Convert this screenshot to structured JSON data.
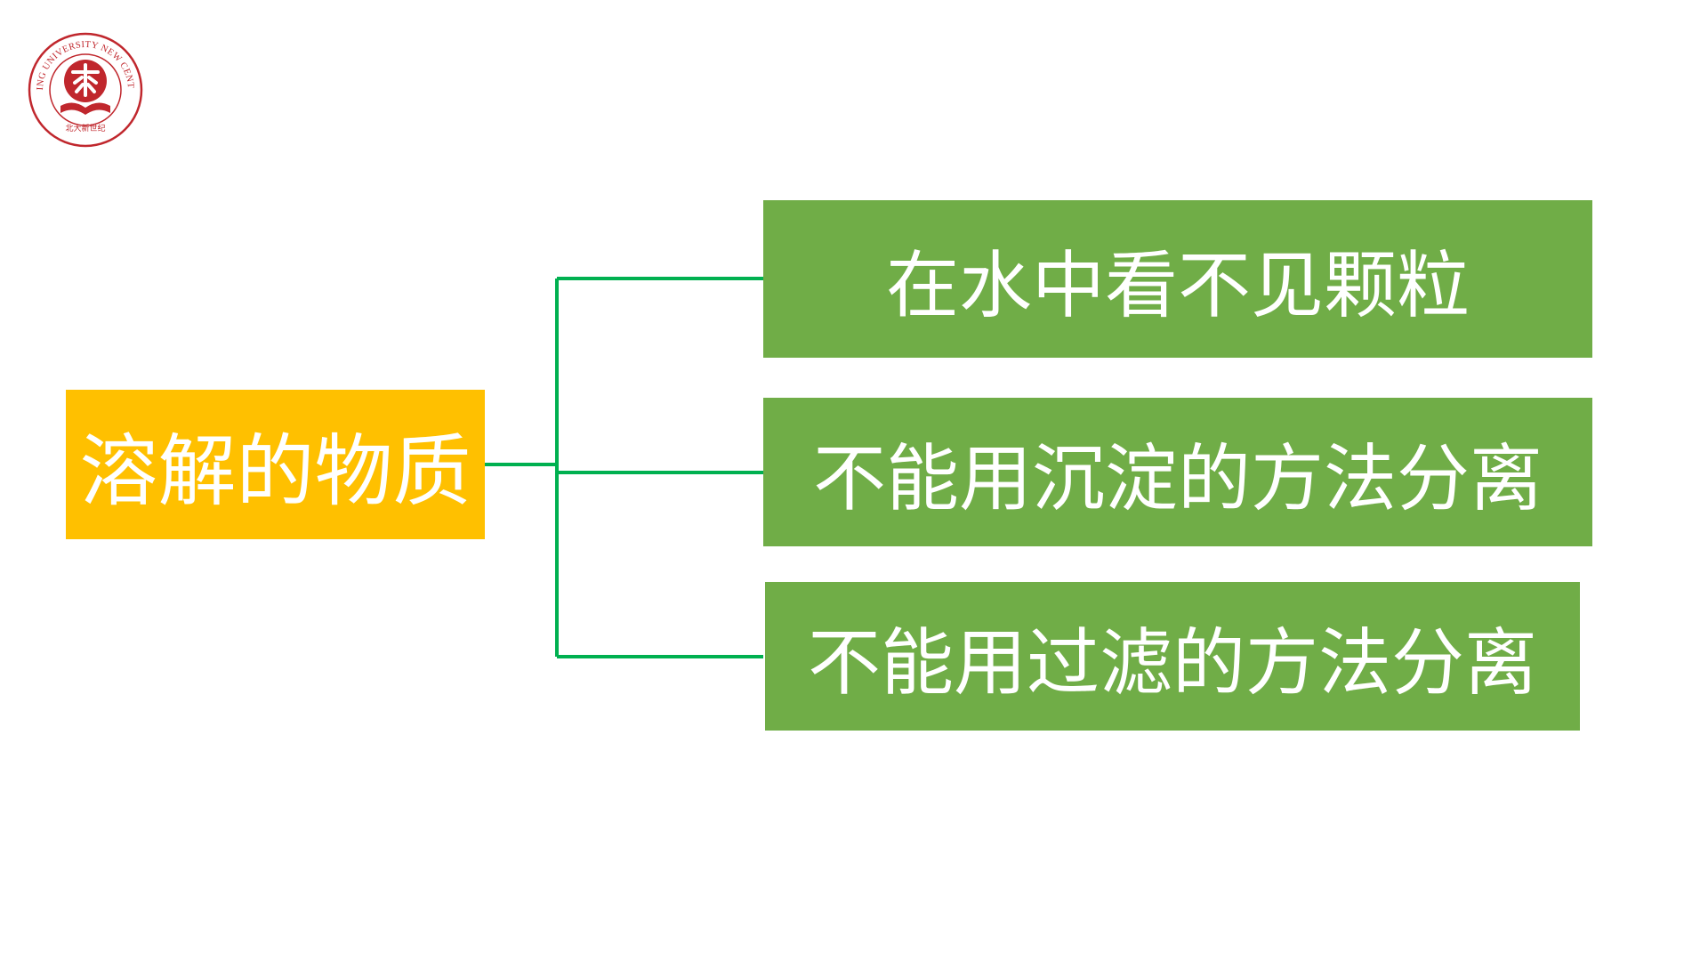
{
  "logo": {
    "ring_text": "PEKING UNIVERSITY NEW CENTURY",
    "bottom_text": "北大新世纪",
    "colors": {
      "primary": "#C0272D",
      "background": "#ffffff"
    }
  },
  "diagram": {
    "root": {
      "label": "溶解的物质",
      "color": "#FFC000"
    },
    "branches": [
      {
        "label": "在水中看不见颗粒",
        "color": "#70AD47"
      },
      {
        "label": "不能用沉淀的方法分离",
        "color": "#70AD47"
      },
      {
        "label": "不能用过滤的方法分离",
        "color": "#70AD47"
      }
    ],
    "connector_color": "#00B050"
  }
}
